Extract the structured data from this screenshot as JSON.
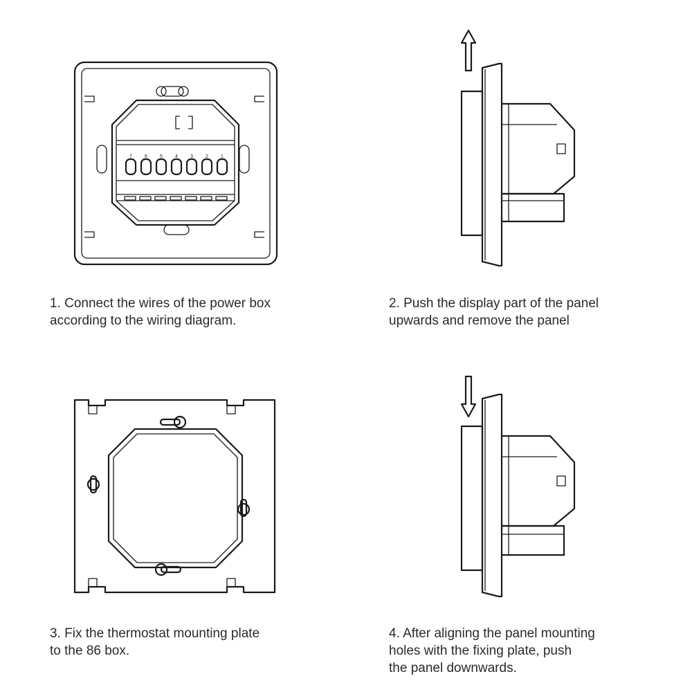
{
  "steps": [
    {
      "number": "1",
      "lines": [
        "1. Connect the wires of the power box",
        "according to the wiring diagram."
      ]
    },
    {
      "number": "2",
      "lines": [
        "2. Push the display part of the panel",
        "upwards and remove the panel"
      ]
    },
    {
      "number": "3",
      "lines": [
        "3. Fix the thermostat mounting plate",
        "to the 86 box."
      ]
    },
    {
      "number": "4",
      "lines": [
        "4. After aligning the panel mounting",
        "holes with the fixing plate, push",
        "the panel downwards."
      ]
    }
  ],
  "terminal_labels": [
    "7",
    "6",
    "5",
    "4",
    "3",
    "2",
    "1"
  ],
  "figures": {
    "step2_arrow": "up",
    "step4_arrow": "down"
  },
  "colors": {
    "line": "#1a1a1a",
    "text": "#2a2a2a",
    "background": "#ffffff"
  }
}
